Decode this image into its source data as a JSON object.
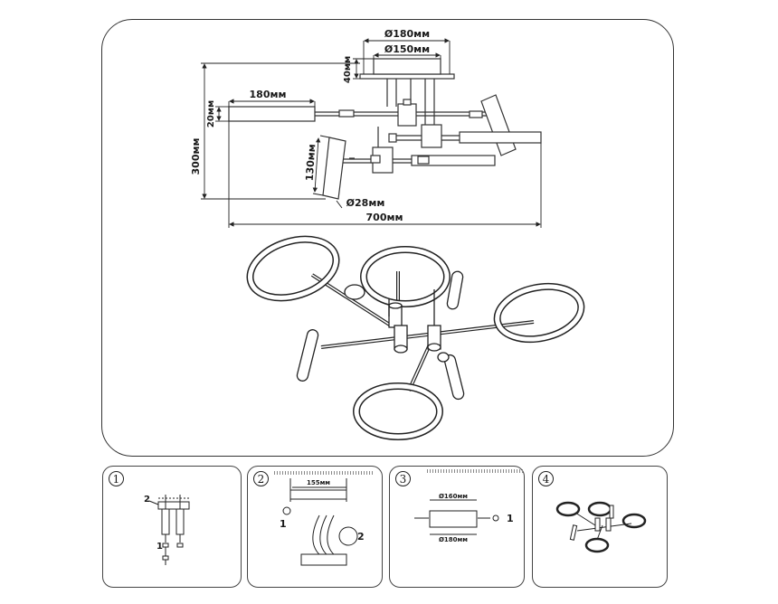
{
  "dimensions": {
    "outer_diameter": "Ø180мм",
    "inner_diameter": "Ø150мм",
    "base_height": "40мм",
    "arm_length": "180мм",
    "arm_thickness": "20мм",
    "total_height": "300мм",
    "spot_length": "130мм",
    "spot_diameter": "Ø28мм",
    "total_width": "700мм"
  },
  "steps": [
    {
      "number": "1",
      "callout_screw": "2",
      "callout_anchor": "1"
    },
    {
      "number": "2",
      "bracket_width": "155мм",
      "callout_left": "1",
      "callout_right": "2"
    },
    {
      "number": "3",
      "inner": "Ø160мм",
      "outer": "Ø180мм",
      "callout": "1"
    },
    {
      "number": "4"
    }
  ]
}
